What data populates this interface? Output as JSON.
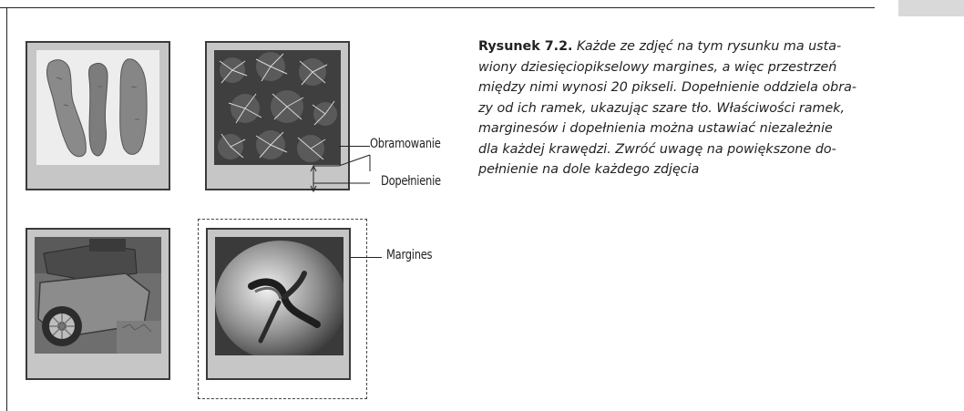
{
  "caption": {
    "title": "Rysunek 7.2.",
    "lines": [
      "Każde ze zdjęć na tym rysunku ma usta-",
      "wiony dziesięciopikselowy margines, a więc przestrzeń",
      "między nimi wynosi 20 pikseli. Dopełnienie oddziela obra-",
      "zy od ich ramek, ukazując szare tło. Właściwości ramek,",
      "marginesów i dopełnienia można ustawiać niezależnie",
      "dla każdej krawędzi. Zwróć uwagę na powiększone do-",
      "pełnienie na dole każdego zdjęcia"
    ]
  },
  "callouts": {
    "border": "Obramowanie",
    "padding": "Dopełnienie",
    "margin": "Margines"
  },
  "colors": {
    "padding_gray": "#c6c6c6",
    "border_dark": "#3a3a3a"
  }
}
